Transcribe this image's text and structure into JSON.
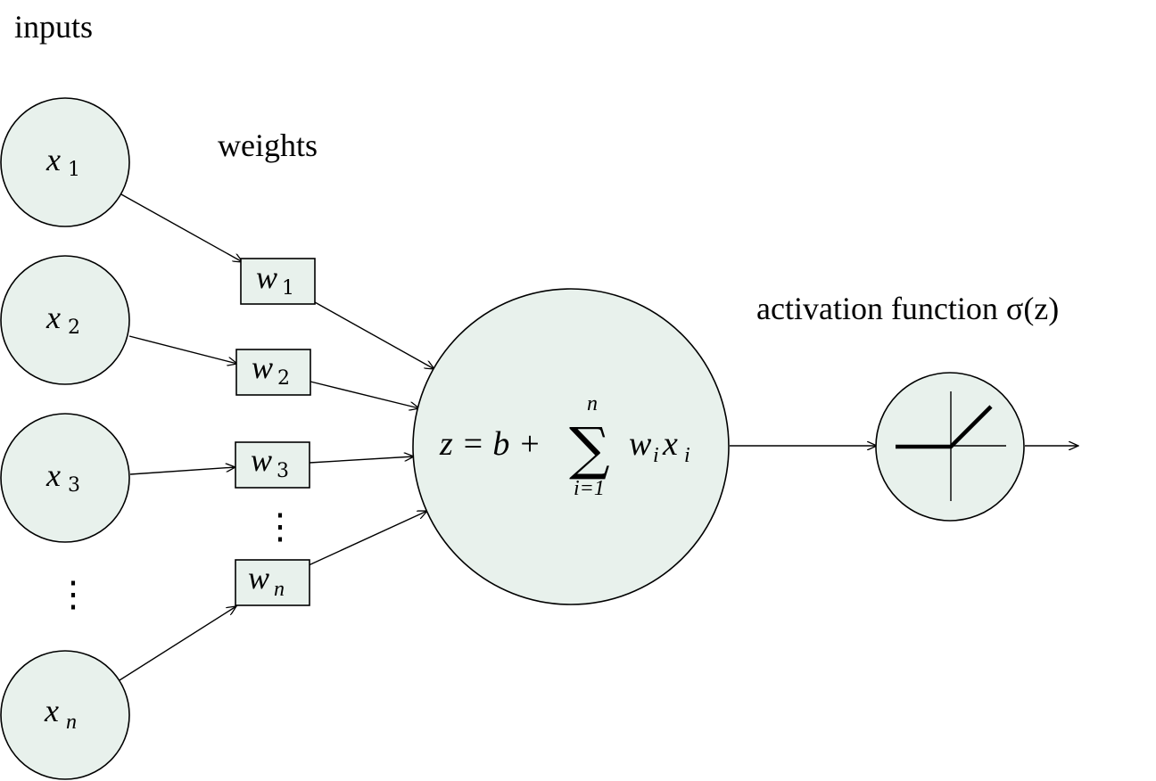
{
  "labels": {
    "inputs": "inputs",
    "weights": "weights",
    "activation": "activation function σ(z)"
  },
  "inputs": [
    {
      "sym": "x",
      "sub": "1"
    },
    {
      "sym": "x",
      "sub": "2"
    },
    {
      "sym": "x",
      "sub": "3"
    },
    {
      "sym": "x",
      "sub": "n"
    }
  ],
  "weights": [
    {
      "sym": "w",
      "sub": "1"
    },
    {
      "sym": "w",
      "sub": "2"
    },
    {
      "sym": "w",
      "sub": "3"
    },
    {
      "sym": "w",
      "sub": "n"
    }
  ],
  "ellipsis": "⋮",
  "formula": {
    "lhs": "z = b + ",
    "sum": "∑",
    "upper": "n",
    "lower": "i=1",
    "term_w": "w",
    "term_w_sub": "i",
    "term_x": "x",
    "term_x_sub": "i"
  },
  "colors": {
    "node_fill": "#e8f1ec",
    "stroke": "#000000"
  }
}
